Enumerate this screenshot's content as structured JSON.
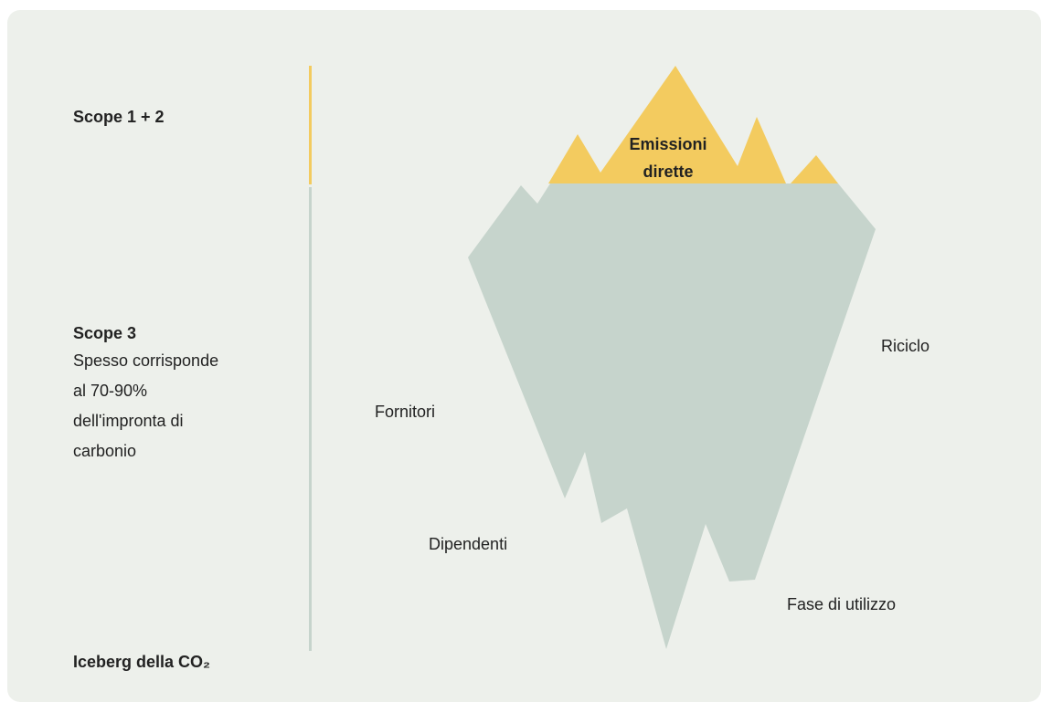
{
  "left_panel": {
    "scope12_title": "Scope 1 + 2",
    "scope3_title": "Scope 3",
    "scope3_desc_lines": [
      "Spesso corrisponde",
      "al 70-90%",
      "dell'impronta di",
      "carbonio"
    ],
    "footer_title": "Iceberg della CO₂"
  },
  "iceberg": {
    "tip_label_lines": [
      "Emissioni",
      "dirette"
    ],
    "labels": {
      "fornitori": "Fornitori",
      "riciclo": "Riciclo",
      "dipendenti": "Dipendenti",
      "fase_utilizzo": "Fase di utilizzo"
    }
  },
  "colors": {
    "background": "#edf0eb",
    "tip": "#f3cb5f",
    "body": "#c6d4cc",
    "text": "#222222"
  }
}
